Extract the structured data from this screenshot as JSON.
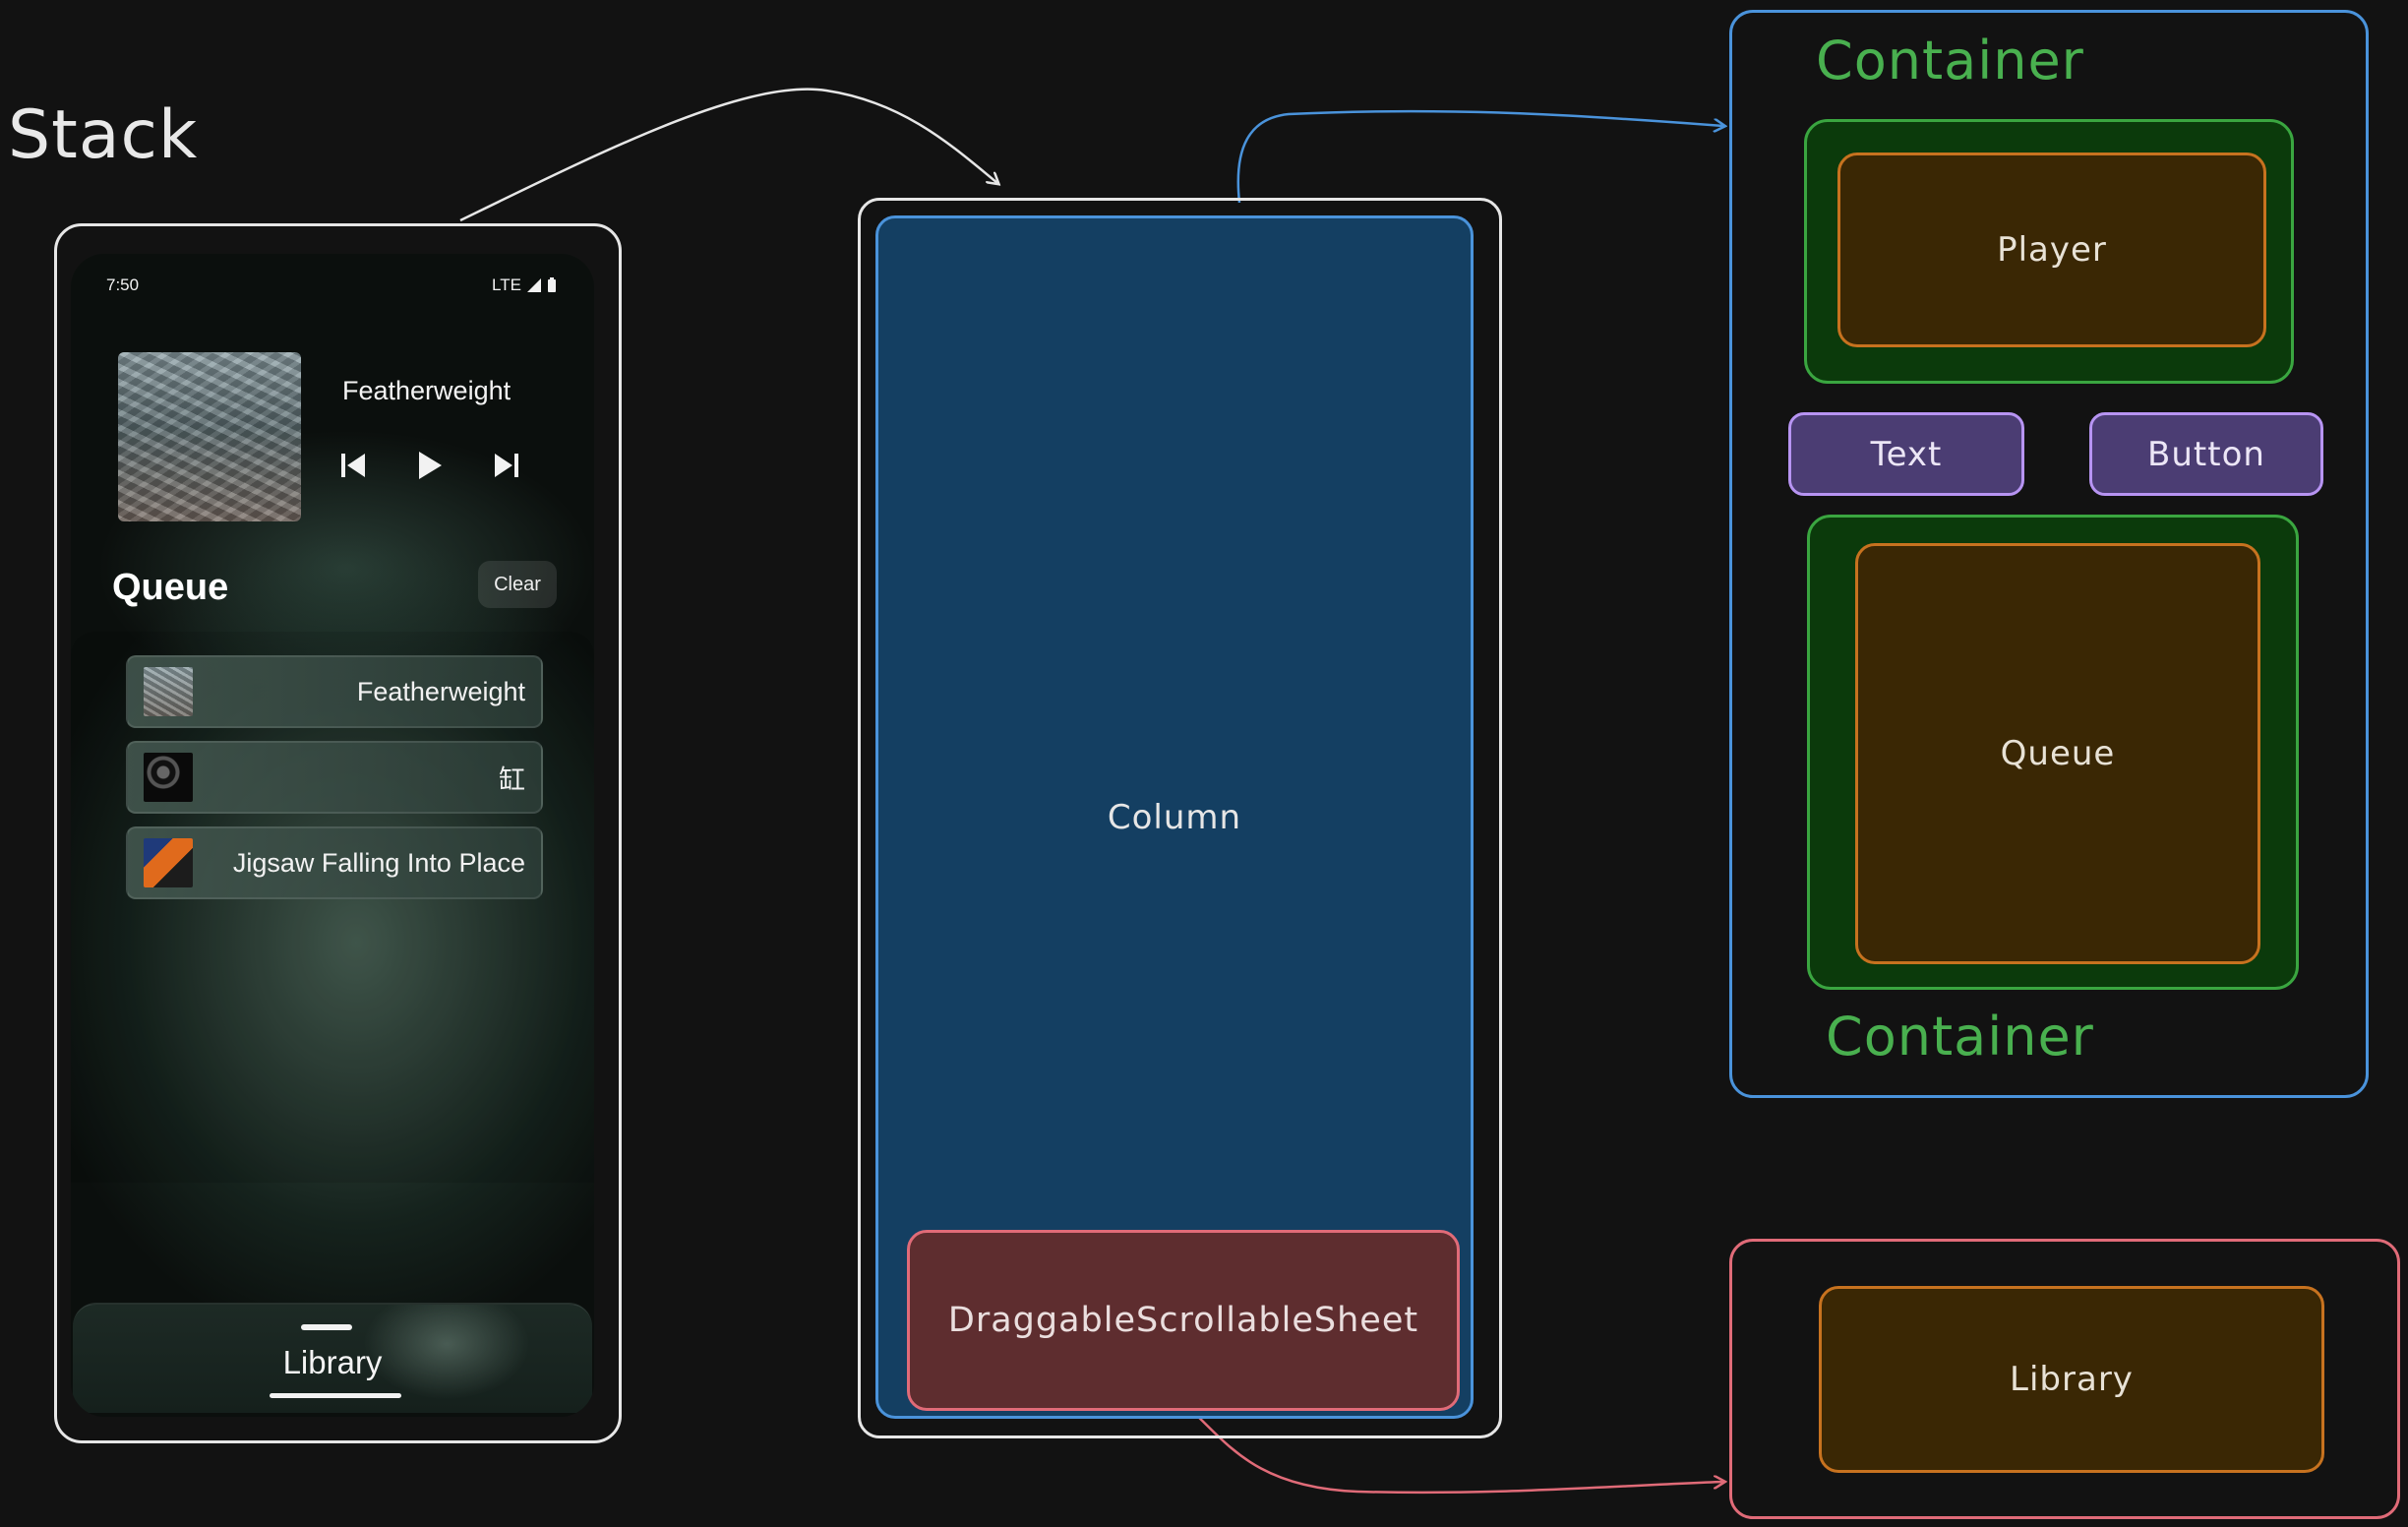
{
  "diagram": {
    "stack_label": "Stack",
    "column_label": "Column",
    "sheet_label": "DraggableScrollableSheet",
    "container_top_label": "Container",
    "container_bottom_label": "Container",
    "player_label": "Player",
    "text_label": "Text",
    "button_label": "Button",
    "queue_label": "Queue",
    "library_label": "Library"
  },
  "phone": {
    "status": {
      "time": "7:50",
      "network": "LTE"
    },
    "now_playing": {
      "title": "Featherweight"
    },
    "queue": {
      "title": "Queue",
      "clear_label": "Clear",
      "items": [
        {
          "title": "Featherweight"
        },
        {
          "title": "缸"
        },
        {
          "title": "Jigsaw Falling Into Place"
        }
      ]
    },
    "library": {
      "label": "Library"
    }
  },
  "colors": {
    "background": "#121212",
    "blue": "#4a93db",
    "column_fill": "#143f62",
    "red": "#e06b78",
    "sheet_fill": "#5e2d2f",
    "green": "#3aa640",
    "green_fill": "#0b3a0b",
    "orange": "#c7721f",
    "orange_fill": "#3a2704",
    "purple": "#b794f2",
    "purple_fill": "#4b3d73"
  }
}
